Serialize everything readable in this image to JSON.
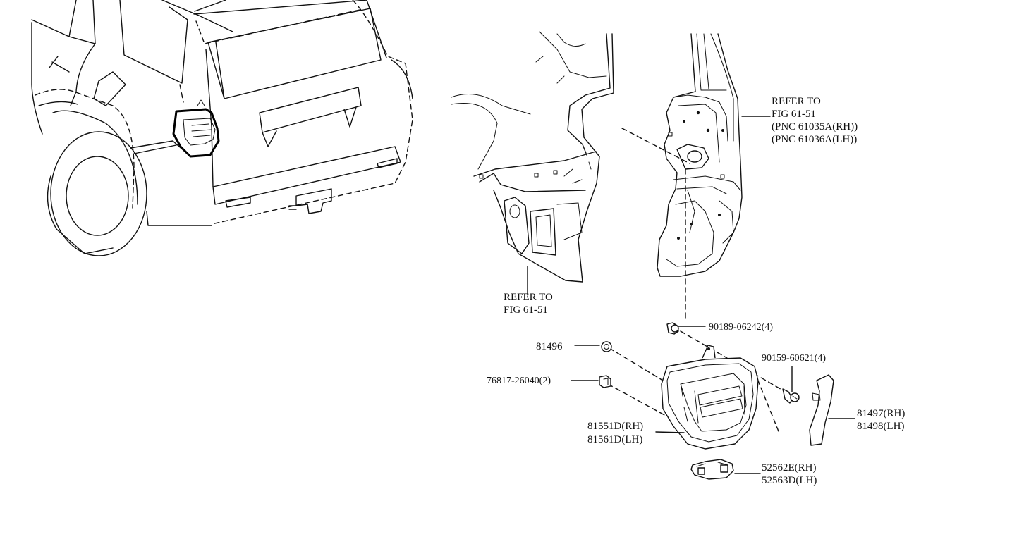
{
  "callouts": {
    "refer_upper": [
      "REFER TO",
      "FIG 61-51",
      "(PNC 61035A(RH))",
      "(PNC 61036A(LH))"
    ],
    "refer_lower": [
      "REFER TO",
      "FIG 61-51"
    ],
    "p90189": "90189-06242(4)",
    "p81496": "81496",
    "p90159": "90159-60621(4)",
    "p76817": "76817-26040(2)",
    "p81551": [
      "81551D(RH)",
      "81561D(LH)"
    ],
    "p81497": [
      "81497(RH)",
      "81498(LH)"
    ],
    "p52562": [
      "52562E(RH)",
      "52563D(LH)"
    ]
  },
  "colors": {
    "line": "#111111",
    "background": "#ffffff"
  }
}
